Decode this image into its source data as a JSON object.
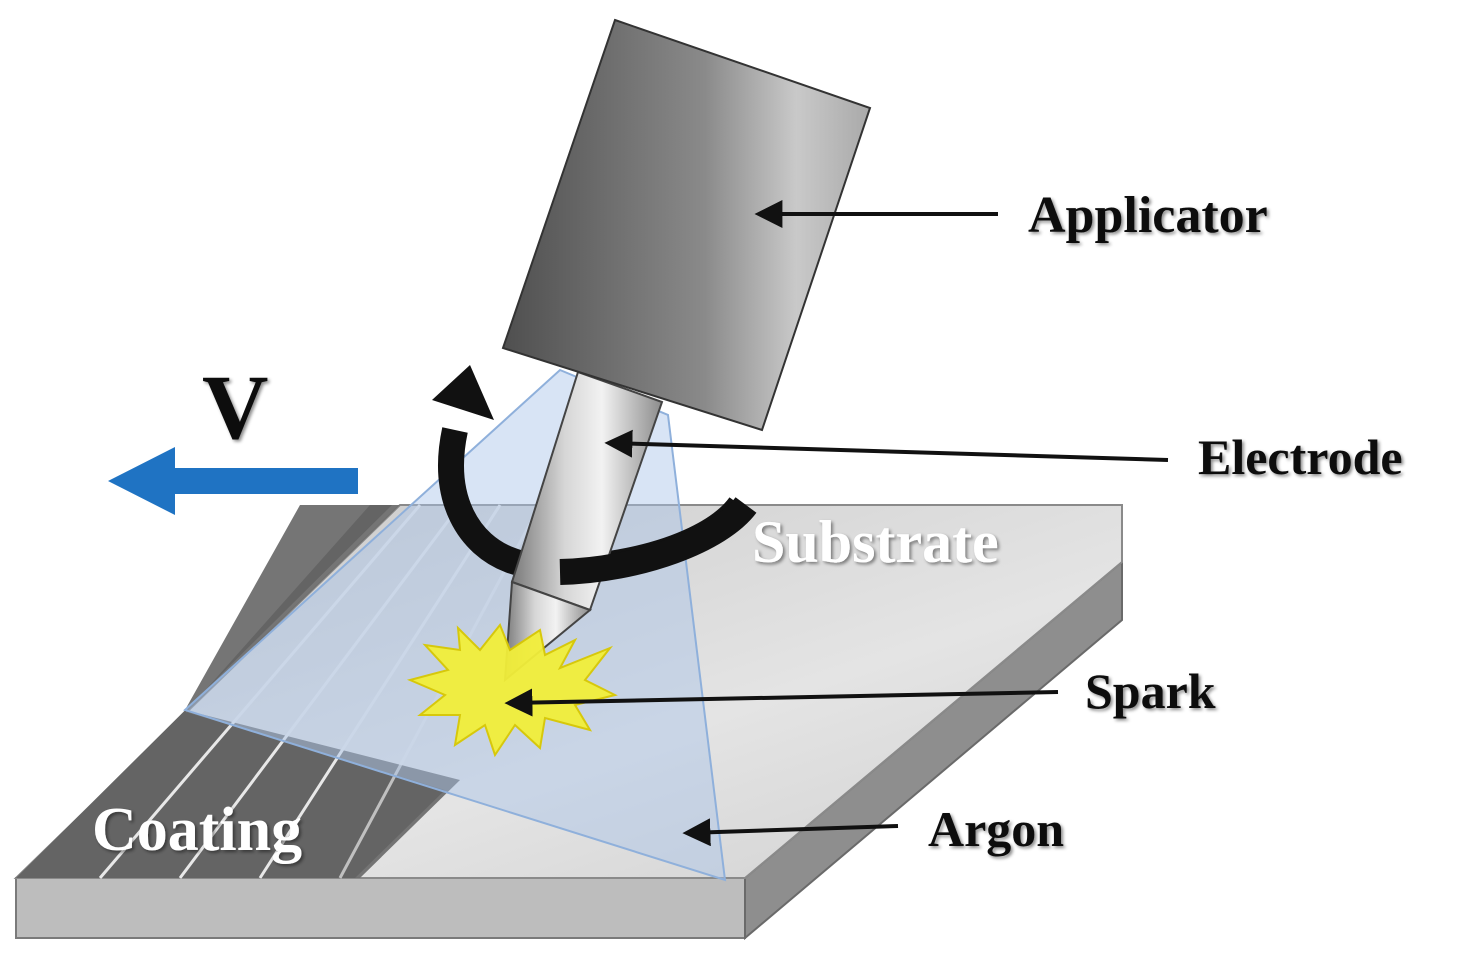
{
  "labels": {
    "applicator": "Applicator",
    "electrode": "Electrode",
    "spark": "Spark",
    "argon": "Argon",
    "substrate": "Substrate",
    "coating": "Coating",
    "velocity": "V"
  },
  "colors": {
    "velocity_arrow": "#1f73c3",
    "spark_fill": "#f2ef3a",
    "argon_cone": "#b9d0ec",
    "coating": "#6b6b6b",
    "substrate_top": "#d8d8d8",
    "applicator_body": "#7a7a7a"
  },
  "icons": {
    "velocity_arrow": "left-arrow-icon",
    "rotation_arrow": "curved-rotation-arrow-icon",
    "spark": "starburst-icon"
  }
}
